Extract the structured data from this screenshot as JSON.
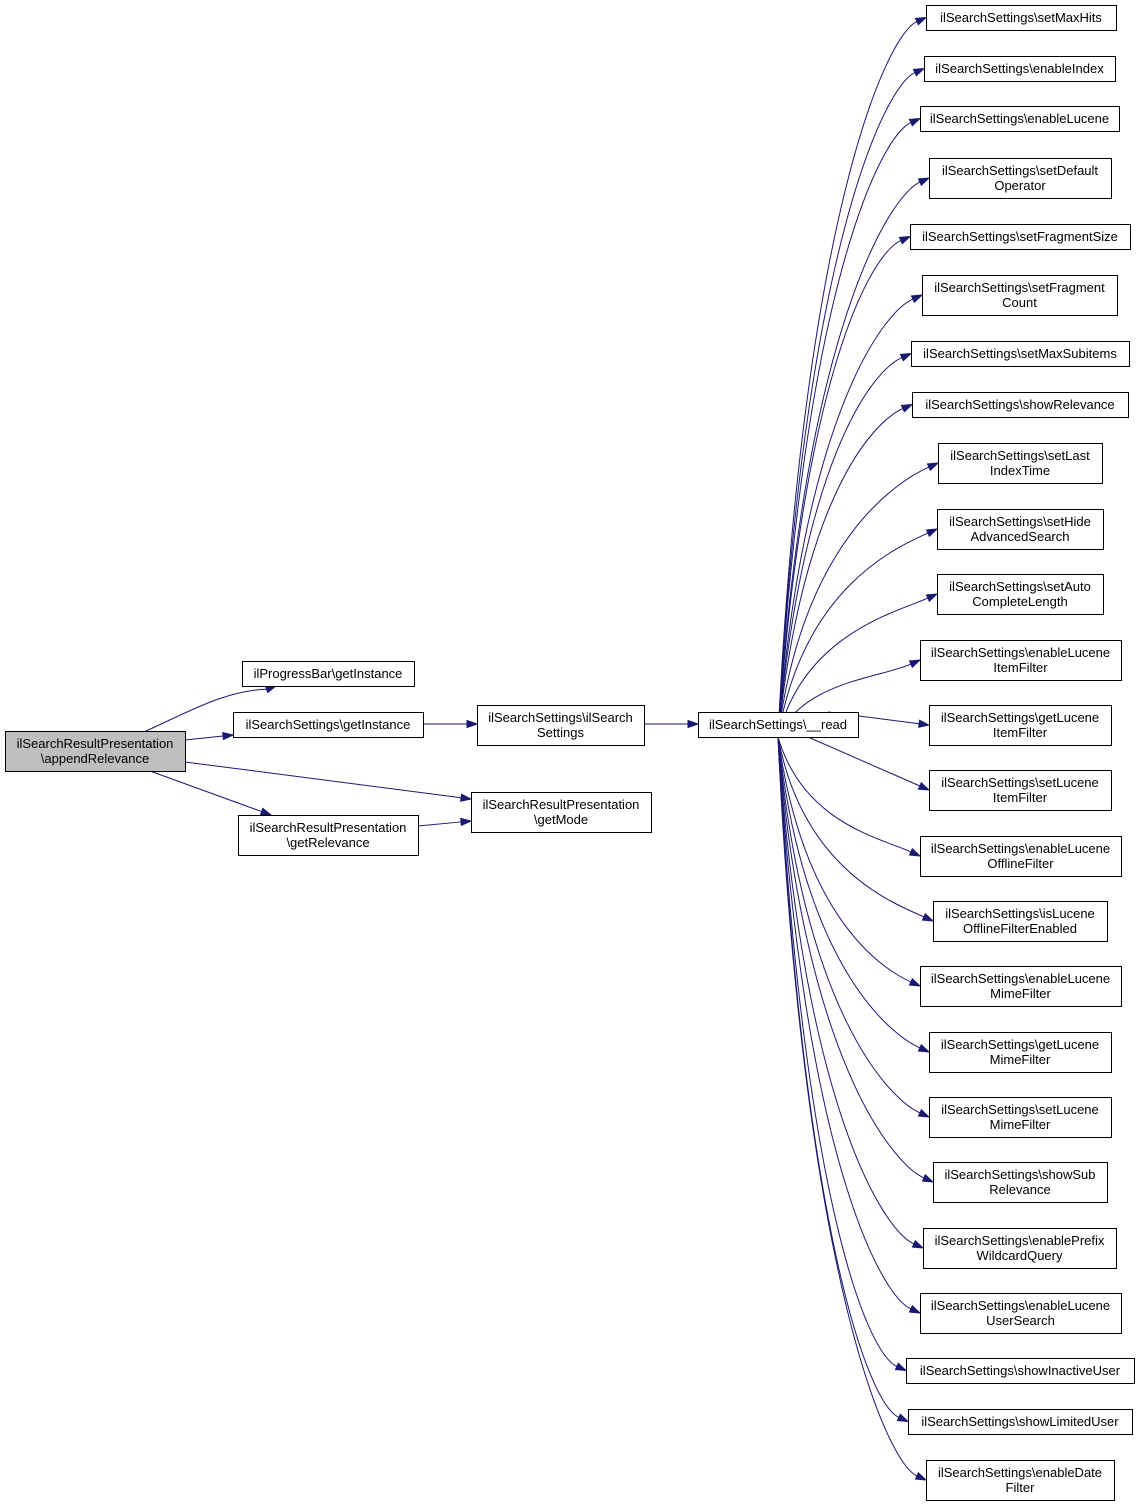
{
  "colors": {
    "edge": "#191970",
    "root_fill": "#bfbfbf",
    "node_fill": "#ffffff",
    "border": "#000000"
  },
  "nodes": [
    {
      "id": "root",
      "lines": [
        "ilSearchResultPresentation",
        "\\appendRelevance"
      ]
    },
    {
      "id": "progress",
      "lines": [
        "ilProgressBar\\getInstance"
      ]
    },
    {
      "id": "ss_getinst",
      "lines": [
        "ilSearchSettings\\getInstance"
      ]
    },
    {
      "id": "getrel",
      "lines": [
        "ilSearchResultPresentation",
        "\\getRelevance"
      ]
    },
    {
      "id": "ss_ctor",
      "lines": [
        "ilSearchSettings\\ilSearch",
        "Settings"
      ]
    },
    {
      "id": "getmode",
      "lines": [
        "ilSearchResultPresentation",
        "\\getMode"
      ]
    },
    {
      "id": "read",
      "lines": [
        "ilSearchSettings\\__read"
      ]
    },
    {
      "id": "t0",
      "lines": [
        "ilSearchSettings\\setMaxHits"
      ]
    },
    {
      "id": "t1",
      "lines": [
        "ilSearchSettings\\enableIndex"
      ]
    },
    {
      "id": "t2",
      "lines": [
        "ilSearchSettings\\enableLucene"
      ]
    },
    {
      "id": "t3",
      "lines": [
        "ilSearchSettings\\setDefault",
        "Operator"
      ]
    },
    {
      "id": "t4",
      "lines": [
        "ilSearchSettings\\setFragmentSize"
      ]
    },
    {
      "id": "t5",
      "lines": [
        "ilSearchSettings\\setFragment",
        "Count"
      ]
    },
    {
      "id": "t6",
      "lines": [
        "ilSearchSettings\\setMaxSubitems"
      ]
    },
    {
      "id": "t7",
      "lines": [
        "ilSearchSettings\\showRelevance"
      ]
    },
    {
      "id": "t8",
      "lines": [
        "ilSearchSettings\\setLast",
        "IndexTime"
      ]
    },
    {
      "id": "t9",
      "lines": [
        "ilSearchSettings\\setHide",
        "AdvancedSearch"
      ]
    },
    {
      "id": "t10",
      "lines": [
        "ilSearchSettings\\setAuto",
        "CompleteLength"
      ]
    },
    {
      "id": "t11",
      "lines": [
        "ilSearchSettings\\enableLucene",
        "ItemFilter"
      ]
    },
    {
      "id": "t12",
      "lines": [
        "ilSearchSettings\\getLucene",
        "ItemFilter"
      ]
    },
    {
      "id": "t13",
      "lines": [
        "ilSearchSettings\\setLucene",
        "ItemFilter"
      ]
    },
    {
      "id": "t14",
      "lines": [
        "ilSearchSettings\\enableLucene",
        "OfflineFilter"
      ]
    },
    {
      "id": "t15",
      "lines": [
        "ilSearchSettings\\isLucene",
        "OfflineFilterEnabled"
      ]
    },
    {
      "id": "t16",
      "lines": [
        "ilSearchSettings\\enableLucene",
        "MimeFilter"
      ]
    },
    {
      "id": "t17",
      "lines": [
        "ilSearchSettings\\getLucene",
        "MimeFilter"
      ]
    },
    {
      "id": "t18",
      "lines": [
        "ilSearchSettings\\setLucene",
        "MimeFilter"
      ]
    },
    {
      "id": "t19",
      "lines": [
        "ilSearchSettings\\showSub",
        "Relevance"
      ]
    },
    {
      "id": "t20",
      "lines": [
        "ilSearchSettings\\enablePrefix",
        "WildcardQuery"
      ]
    },
    {
      "id": "t21",
      "lines": [
        "ilSearchSettings\\enableLucene",
        "UserSearch"
      ]
    },
    {
      "id": "t22",
      "lines": [
        "ilSearchSettings\\showInactiveUser"
      ]
    },
    {
      "id": "t23",
      "lines": [
        "ilSearchSettings\\showLimitedUser"
      ]
    },
    {
      "id": "t24",
      "lines": [
        "ilSearchSettings\\enableDate",
        "Filter"
      ]
    }
  ],
  "edges": [
    [
      "root",
      "progress"
    ],
    [
      "root",
      "ss_getinst"
    ],
    [
      "root",
      "getrel"
    ],
    [
      "root",
      "getmode"
    ],
    [
      "getrel",
      "getmode"
    ],
    [
      "ss_getinst",
      "ss_ctor"
    ],
    [
      "ss_ctor",
      "read"
    ],
    [
      "read",
      "t0"
    ],
    [
      "read",
      "t1"
    ],
    [
      "read",
      "t2"
    ],
    [
      "read",
      "t3"
    ],
    [
      "read",
      "t4"
    ],
    [
      "read",
      "t5"
    ],
    [
      "read",
      "t6"
    ],
    [
      "read",
      "t7"
    ],
    [
      "read",
      "t8"
    ],
    [
      "read",
      "t9"
    ],
    [
      "read",
      "t10"
    ],
    [
      "read",
      "t11"
    ],
    [
      "read",
      "t12"
    ],
    [
      "read",
      "t13"
    ],
    [
      "read",
      "t14"
    ],
    [
      "read",
      "t15"
    ],
    [
      "read",
      "t16"
    ],
    [
      "read",
      "t17"
    ],
    [
      "read",
      "t18"
    ],
    [
      "read",
      "t19"
    ],
    [
      "read",
      "t20"
    ],
    [
      "read",
      "t21"
    ],
    [
      "read",
      "t22"
    ],
    [
      "read",
      "t23"
    ],
    [
      "read",
      "t24"
    ]
  ]
}
